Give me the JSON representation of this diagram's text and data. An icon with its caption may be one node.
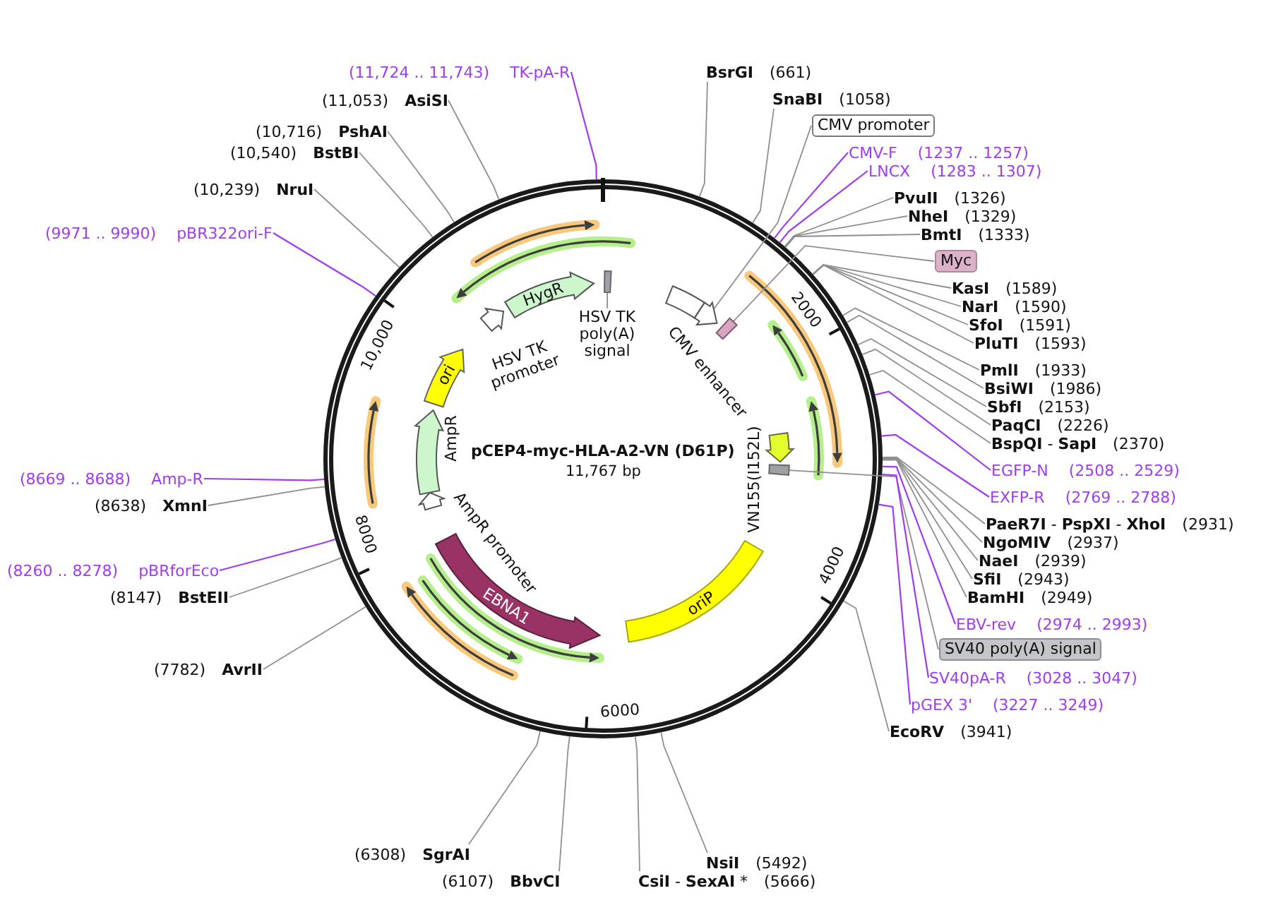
{
  "diagram": {
    "title": "pCEP4-myc-HLA-A2-VN (D61P)",
    "nodes": [
      {
        "text": [
          "BsrGI",
          "(661)"
        ]
      },
      {
        "text": [
          "SnaBI",
          "(1058)"
        ]
      },
      {
        "text": [
          "CMV promoter"
        ]
      },
      {
        "text": [
          "CMV-F",
          "(1237 .. 1257)"
        ]
      },
      {
        "text": [
          "LNCX",
          "(1283 .. 1307)"
        ]
      },
      {
        "text": [
          "PvuII",
          "(1326)"
        ]
      },
      {
        "text": [
          "NheI",
          "(1329)"
        ]
      },
      {
        "text": [
          "BmtI",
          "(1333)"
        ]
      },
      {
        "text": [
          "Myc"
        ]
      },
      {
        "text": [
          "KasI",
          "(1589)"
        ]
      },
      {
        "text": [
          "NarI",
          "(1590)"
        ]
      },
      {
        "text": [
          "SfoI",
          "(1591)"
        ]
      },
      {
        "text": [
          "PluTI",
          "(1593)"
        ]
      },
      {
        "text": [
          "PmlI",
          "(1933)"
        ]
      },
      {
        "text": [
          "BsiWI",
          "(1986)"
        ]
      },
      {
        "text": [
          "SbfI",
          "(2153)"
        ]
      },
      {
        "text": [
          "PaqCI",
          "(2226)"
        ]
      },
      {
        "text": [
          "**BspQI** - **SapI**",
          "(2370)"
        ]
      },
      {
        "text": [
          "EGFP-N",
          "(2508 .. 2529)"
        ]
      },
      {
        "text": [
          "EXFP-R",
          "(2769 .. 2788)"
        ]
      },
      {
        "text": [
          "**PaeR7I** - **PspXI** - **XhoI**",
          "(2931)"
        ]
      },
      {
        "text": [
          "NgoMIV",
          "(2937)"
        ]
      },
      {
        "text": [
          "NaeI",
          "(2939)"
        ]
      },
      {
        "text": [
          "SfiI",
          "(2943)"
        ]
      },
      {
        "text": [
          "BamHI",
          "(2949)"
        ]
      },
      {
        "text": [
          "EBV-rev",
          "(2974 .. 2993)"
        ]
      },
      {
        "text": [
          "SV40 poly(A) signal"
        ]
      },
      {
        "text": [
          "SV40pA-R",
          "(3028 .. 3047)"
        ]
      },
      {
        "text": [
          "pGEX 3'",
          "(3227 .. 3249)"
        ]
      },
      {
        "text": [
          "EcoRV",
          "(3941)"
        ]
      },
      {
        "text": [
          "NsiI",
          "(5492)"
        ]
      },
      {
        "text": [
          "**CsiI** - **SexAI** *",
          "(5666)"
        ]
      },
      {
        "text": [
          "(6107)",
          "BbvCI"
        ]
      },
      {
        "text": [
          "(6308)",
          "SgrAI"
        ]
      },
      {
        "text": [
          "(7782)",
          "AvrII"
        ]
      },
      {
        "text": [
          "(8147)",
          "BstEII"
        ]
      },
      {
        "text": [
          "(8260 .. 8278)",
          "pBRforEco"
        ]
      },
      {
        "text": [
          "(8638)",
          "XmnI"
        ]
      },
      {
        "text": [
          "(8669 .. 8688)",
          "Amp-R"
        ]
      },
      {
        "text": [
          "(9971 .. 9990)",
          "pBR322ori-F"
        ]
      },
      {
        "text": [
          "(10,239)",
          "NruI"
        ]
      },
      {
        "text": [
          "(10,540)",
          "BstBI"
        ]
      },
      {
        "text": [
          "(10,716)",
          "PshAI"
        ]
      },
      {
        "text": [
          "(11,053)",
          "AsiSI"
        ]
      },
      {
        "text": [
          "(11,724 .. 11,743)",
          "TK-pA-R"
        ]
      },
      {
        "text": [
          "HSV TK poly(A) signal"
        ]
      },
      {
        "text": [],
        "shape": "box"
      },
      {
        "text": [
          "CMV enhancer"
        ]
      },
      {
        "text": [],
        "shape": "arrow"
      },
      {
        "text": [],
        "shape": "box"
      },
      {
        "text": [
          "VN155(I152L)"
        ]
      },
      {
        "text": [],
        "shape": "box"
      },
      {
        "text": [
          "oriP"
        ]
      },
      {
        "text": [
          "EBNA1"
        ]
      },
      {
        "text": [
          "AmpR promoter"
        ]
      },
      {
        "text": [
          "AmpR"
        ]
      },
      {
        "text": [
          "ori"
        ]
      },
      {
        "text": [
          "HSV TK promoter"
        ]
      },
      {
        "text": [
          "HygR"
        ]
      }
    ],
    "edges": [
      {
        "from": 0,
        "to": null,
        "arrow": "none"
      },
      {
        "from": 1,
        "to": null,
        "arrow": "none"
      },
      {
        "from": 2,
        "to": 48,
        "arrow": "none"
      },
      {
        "from": 3,
        "to": null,
        "arrow": "none",
        "color": "#a03cf0"
      },
      {
        "from": 4,
        "to": null,
        "arrow": "none",
        "color": "#a03cf0"
      },
      {
        "from": 5,
        "to": null,
        "arrow": "none"
      },
      {
        "from": 6,
        "to": null,
        "arrow": "none"
      },
      {
        "from": 7,
        "to": null,
        "arrow": "none"
      },
      {
        "from": 8,
        "to": 49,
        "arrow": "none"
      },
      {
        "from": 9,
        "to": null,
        "arrow": "none"
      },
      {
        "from": 10,
        "to": null,
        "arrow": "none"
      },
      {
        "from": 11,
        "to": null,
        "arrow": "none"
      },
      {
        "from": 12,
        "to": null,
        "arrow": "none"
      },
      {
        "from": 13,
        "to": null,
        "arrow": "none"
      },
      {
        "from": 14,
        "to": null,
        "arrow": "none"
      },
      {
        "from": 15,
        "to": null,
        "arrow": "none"
      },
      {
        "from": 16,
        "to": null,
        "arrow": "none"
      },
      {
        "from": 17,
        "to": null,
        "arrow": "none"
      },
      {
        "from": 18,
        "to": null,
        "arrow": "none",
        "color": "#a03cf0"
      },
      {
        "from": 19,
        "to": null,
        "arrow": "none",
        "color": "#a03cf0"
      },
      {
        "from": 20,
        "to": null,
        "arrow": "none"
      },
      {
        "from": 21,
        "to": null,
        "arrow": "none"
      },
      {
        "from": 22,
        "to": null,
        "arrow": "none"
      },
      {
        "from": 23,
        "to": null,
        "arrow": "none"
      },
      {
        "from": 24,
        "to": null,
        "arrow": "none"
      },
      {
        "from": 25,
        "to": null,
        "arrow": "none",
        "color": "#a03cf0"
      },
      {
        "from": 26,
        "to": 51,
        "arrow": "none"
      },
      {
        "from": 27,
        "to": null,
        "arrow": "none",
        "color": "#a03cf0"
      },
      {
        "from": 28,
        "to": null,
        "arrow": "none",
        "color": "#a03cf0"
      },
      {
        "from": 29,
        "to": null,
        "arrow": "none"
      },
      {
        "from": 30,
        "to": null,
        "arrow": "none"
      },
      {
        "from": 31,
        "to": null,
        "arrow": "none"
      },
      {
        "from": 32,
        "to": null,
        "arrow": "none"
      },
      {
        "from": 33,
        "to": null,
        "arrow": "none"
      },
      {
        "from": 34,
        "to": null,
        "arrow": "none"
      },
      {
        "from": 35,
        "to": null,
        "arrow": "none"
      },
      {
        "from": 36,
        "to": null,
        "arrow": "none",
        "color": "#a03cf0"
      },
      {
        "from": 37,
        "to": null,
        "arrow": "none"
      },
      {
        "from": 38,
        "to": null,
        "arrow": "none",
        "color": "#a03cf0"
      },
      {
        "from": 39,
        "to": null,
        "arrow": "none",
        "color": "#a03cf0"
      },
      {
        "from": 40,
        "to": null,
        "arrow": "none"
      },
      {
        "from": 41,
        "to": null,
        "arrow": "none"
      },
      {
        "from": 42,
        "to": null,
        "arrow": "none"
      },
      {
        "from": 43,
        "to": null,
        "arrow": "none"
      },
      {
        "from": 44,
        "to": null,
        "arrow": "none",
        "color": "#a03cf0"
      },
      {
        "from": 45,
        "to": 46,
        "arrow": "none"
      }
    ],
    "labels": [
      "2000",
      "4000",
      "6000",
      "8000",
      "10,000",
      "11,767 bp"
    ]
  }
}
